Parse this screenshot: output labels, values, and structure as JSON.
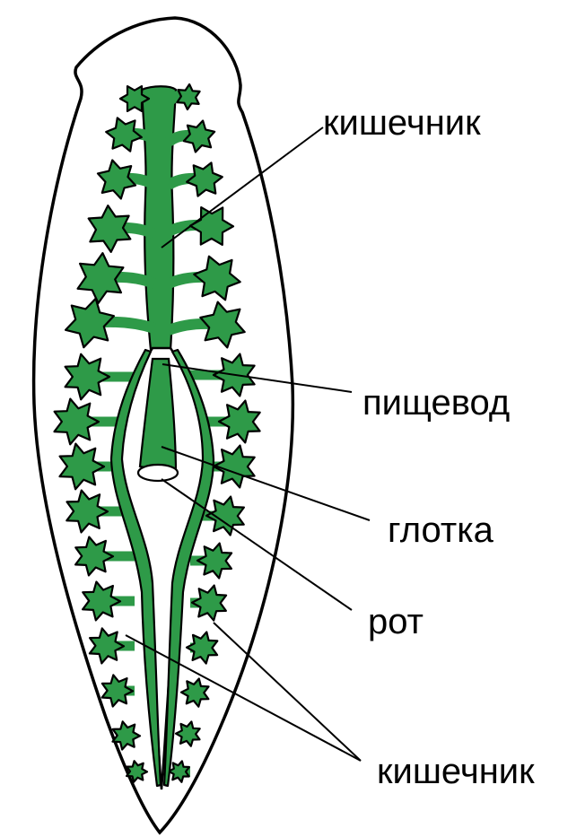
{
  "labels": {
    "intestine_top": "кишечник",
    "esophagus": "пищевод",
    "pharynx": "глотка",
    "mouth": "рот",
    "intestine_bottom": "кишечник"
  },
  "colors": {
    "gut": "#2e9a48",
    "outline": "#000000",
    "background": "#ffffff"
  }
}
